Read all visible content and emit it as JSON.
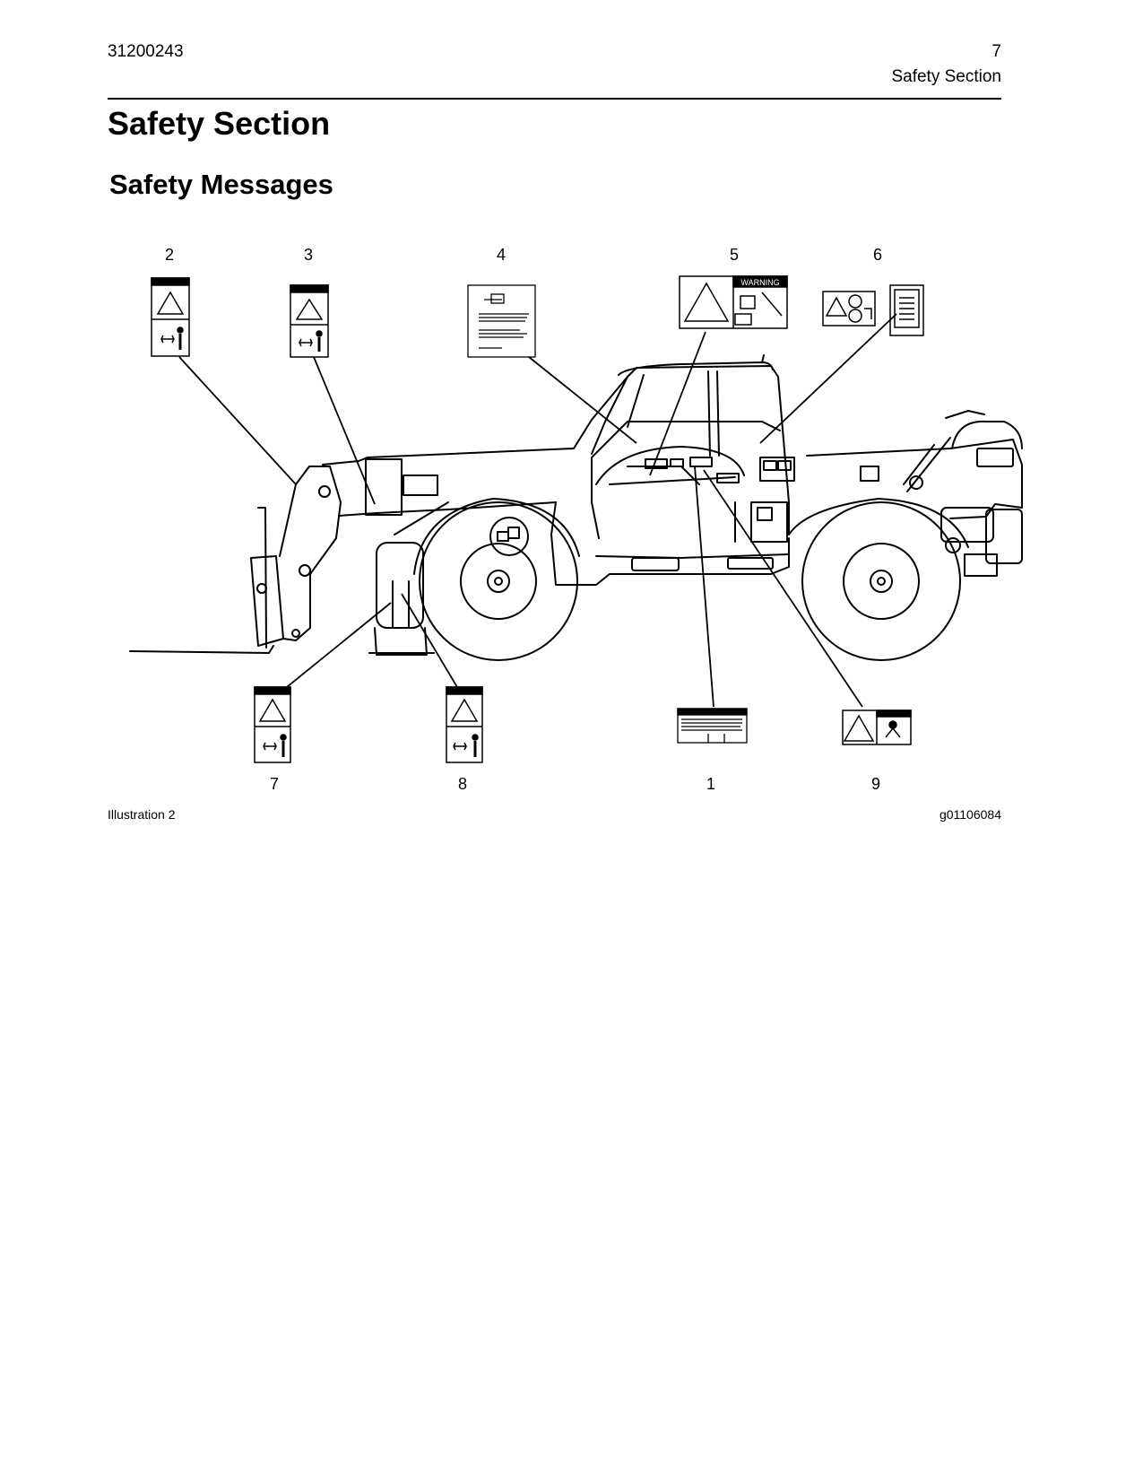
{
  "header": {
    "doc_number": "31200243",
    "page_number": "7",
    "section": "Safety Section"
  },
  "title": "Safety Section",
  "subtitle": "Safety Messages",
  "callouts": [
    "1",
    "2",
    "3",
    "4",
    "5",
    "6",
    "7",
    "8",
    "9"
  ],
  "sign_text": {
    "warning": "WARNING"
  },
  "caption": "Illustration 2",
  "figure_id": "g01106084"
}
